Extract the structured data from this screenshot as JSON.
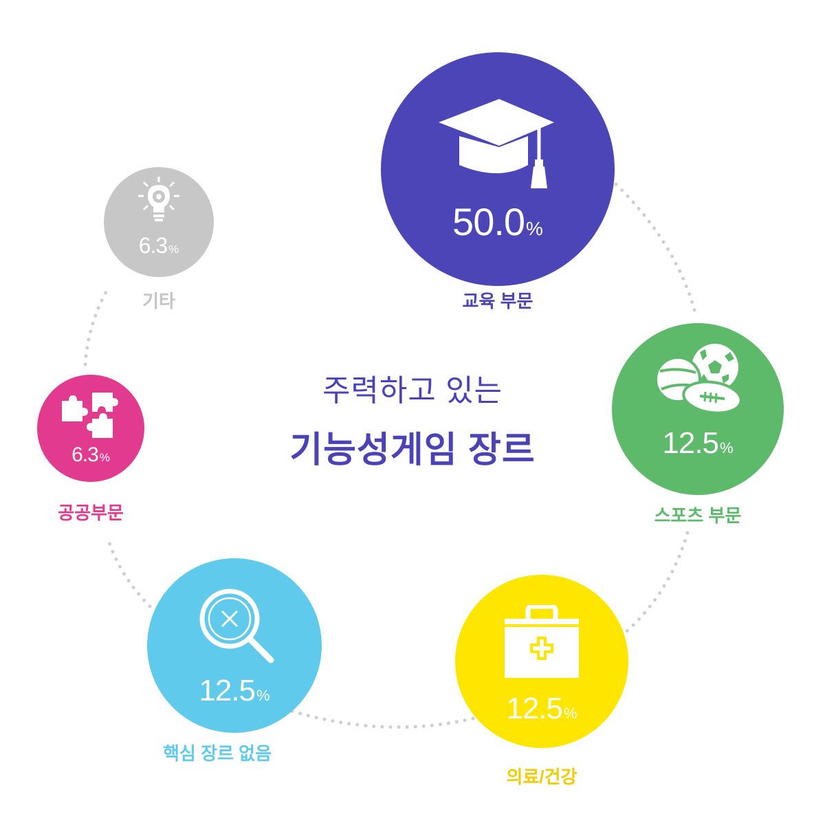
{
  "title": {
    "line1": "주력하고 있는",
    "line2": "기능성게임 장르"
  },
  "colors": {
    "education": "#4b45b8",
    "sports": "#5dba6a",
    "medical": "#ffe600",
    "none": "#5fcaeb",
    "public": "#e23a8f",
    "other": "#c7c7c7",
    "connector": "#cfcfcf"
  },
  "genres": {
    "education": {
      "value": "50.0",
      "unit": "%",
      "label": "교육 부문",
      "icon": "graduation-cap-icon"
    },
    "sports": {
      "value": "12.5",
      "unit": "%",
      "label": "스포츠 부문",
      "icon": "sports-balls-icon"
    },
    "medical": {
      "value": "12.5",
      "unit": "%",
      "label": "의료/건강",
      "icon": "medical-kit-icon"
    },
    "none": {
      "value": "12.5",
      "unit": "%",
      "label": "핵심 장르 없음",
      "icon": "magnifier-x-icon"
    },
    "public": {
      "value": "6.3",
      "unit": "%",
      "label": "공공부문",
      "icon": "puzzle-pieces-icon"
    },
    "other": {
      "value": "6.3",
      "unit": "%",
      "label": "기타",
      "icon": "lightbulb-gear-icon"
    }
  }
}
